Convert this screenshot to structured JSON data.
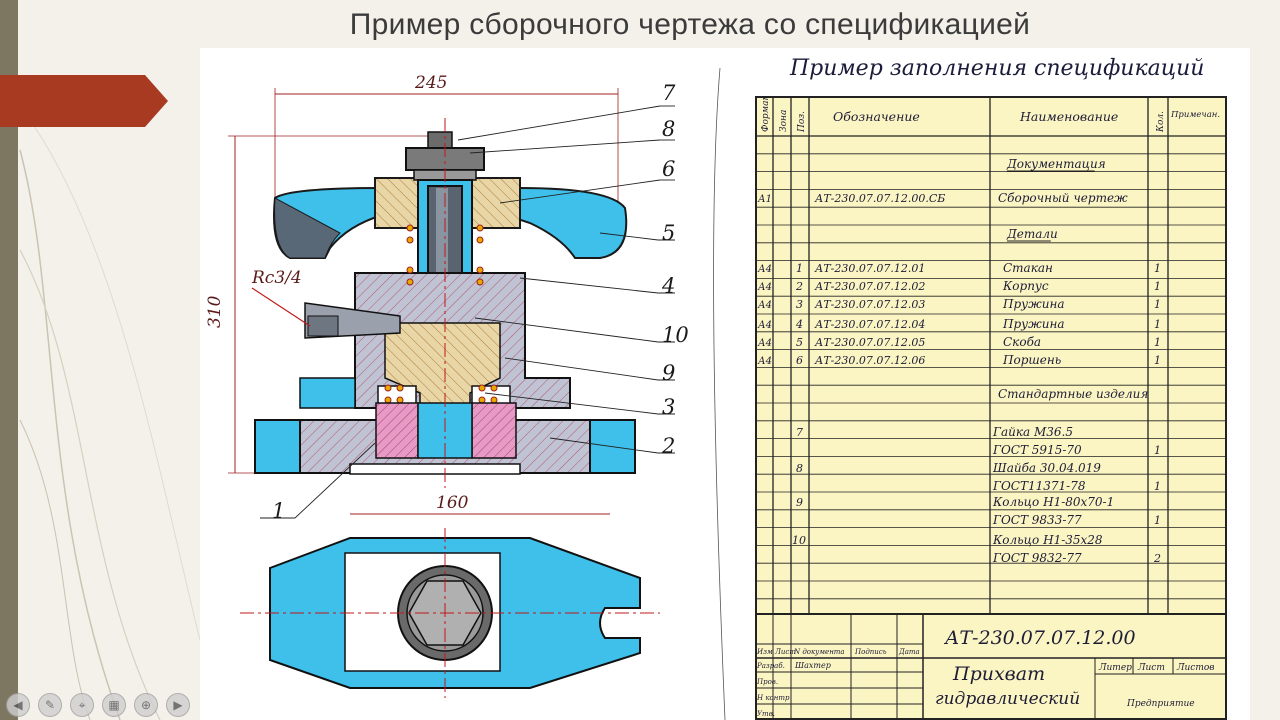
{
  "slide": {
    "title": "Пример сборочного чертежа со спецификацией"
  },
  "drawing": {
    "dims": {
      "top": "245",
      "left": "310",
      "plan": "160",
      "thread": "Rc3/4"
    },
    "callouts": [
      "7",
      "8",
      "6",
      "5",
      "4",
      "10",
      "9",
      "3",
      "2",
      "1"
    ]
  },
  "spec": {
    "title": "Пример заполнения спецификаций",
    "headers": {
      "format": "Формат",
      "zone": "Зона",
      "pos": "Поз.",
      "designation": "Обозначение",
      "name": "Наименование",
      "qty": "Кол.",
      "note": "Примечан."
    },
    "rows": [
      {
        "fmt": "",
        "pos": "",
        "des": "",
        "name": "Документация",
        "qty": "",
        "underline": true
      },
      {
        "fmt": "А1",
        "pos": "",
        "des": "АТ-230.07.07.12.00.СБ",
        "name": "Сборочный чертеж",
        "qty": ""
      },
      {
        "fmt": "",
        "pos": "",
        "des": "",
        "name": "Детали",
        "qty": "",
        "underline": true
      },
      {
        "fmt": "А4",
        "pos": "1",
        "des": "АТ-230.07.07.12.01",
        "name": "Стакан",
        "qty": "1"
      },
      {
        "fmt": "А4",
        "pos": "2",
        "des": "АТ-230.07.07.12.02",
        "name": "Корпус",
        "qty": "1"
      },
      {
        "fmt": "А4",
        "pos": "3",
        "des": "АТ-230.07.07.12.03",
        "name": "Пружина",
        "qty": "1"
      },
      {
        "fmt": "А4",
        "pos": "4",
        "des": "АТ-230.07.07.12.04",
        "name": "Пружина",
        "qty": "1"
      },
      {
        "fmt": "А4",
        "pos": "5",
        "des": "АТ-230.07.07.12.05",
        "name": "Скоба",
        "qty": "1"
      },
      {
        "fmt": "А4",
        "pos": "6",
        "des": "АТ-230.07.07.12.06",
        "name": "Поршень",
        "qty": "1"
      },
      {
        "fmt": "",
        "pos": "",
        "des": "",
        "name": "Стандартные изделия",
        "qty": ""
      },
      {
        "fmt": "",
        "pos": "7",
        "des": "",
        "name": "Гайка М36.5",
        "qty": ""
      },
      {
        "fmt": "",
        "pos": "",
        "des": "",
        "name": "ГОСТ 5915-70",
        "qty": "1"
      },
      {
        "fmt": "",
        "pos": "8",
        "des": "",
        "name": "Шайба 30.04.019",
        "qty": ""
      },
      {
        "fmt": "",
        "pos": "",
        "des": "",
        "name": "ГОСТ11371-78",
        "qty": "1"
      },
      {
        "fmt": "",
        "pos": "9",
        "des": "",
        "name": "Кольцо Н1-80х70-1",
        "qty": ""
      },
      {
        "fmt": "",
        "pos": "",
        "des": "",
        "name": "ГОСТ 9833-77",
        "qty": "1"
      },
      {
        "fmt": "",
        "pos": "10",
        "des": "",
        "name": "Кольцо Н1-35х28",
        "qty": ""
      },
      {
        "fmt": "",
        "pos": "",
        "des": "",
        "name": "ГОСТ 9832-77",
        "qty": "2"
      }
    ],
    "stamp": {
      "code": "АТ-230.07.07.12.00",
      "name1": "Прихват",
      "name2": "гидравлический",
      "col_labels": [
        "Изм",
        "Лист",
        "N документа",
        "Подпись",
        "Дата"
      ],
      "row_labels": [
        "Разраб.",
        "Пров.",
        "Н контр",
        "Утв."
      ],
      "developer": "Шахтер",
      "lit": "Литер",
      "sheet": "Лист",
      "sheets": "Листов",
      "org": "Предприятие"
    }
  },
  "player": {
    "buttons": [
      "prev-icon",
      "pen-icon",
      "pointer-icon",
      "slides-icon",
      "zoom-icon",
      "next-icon"
    ]
  }
}
